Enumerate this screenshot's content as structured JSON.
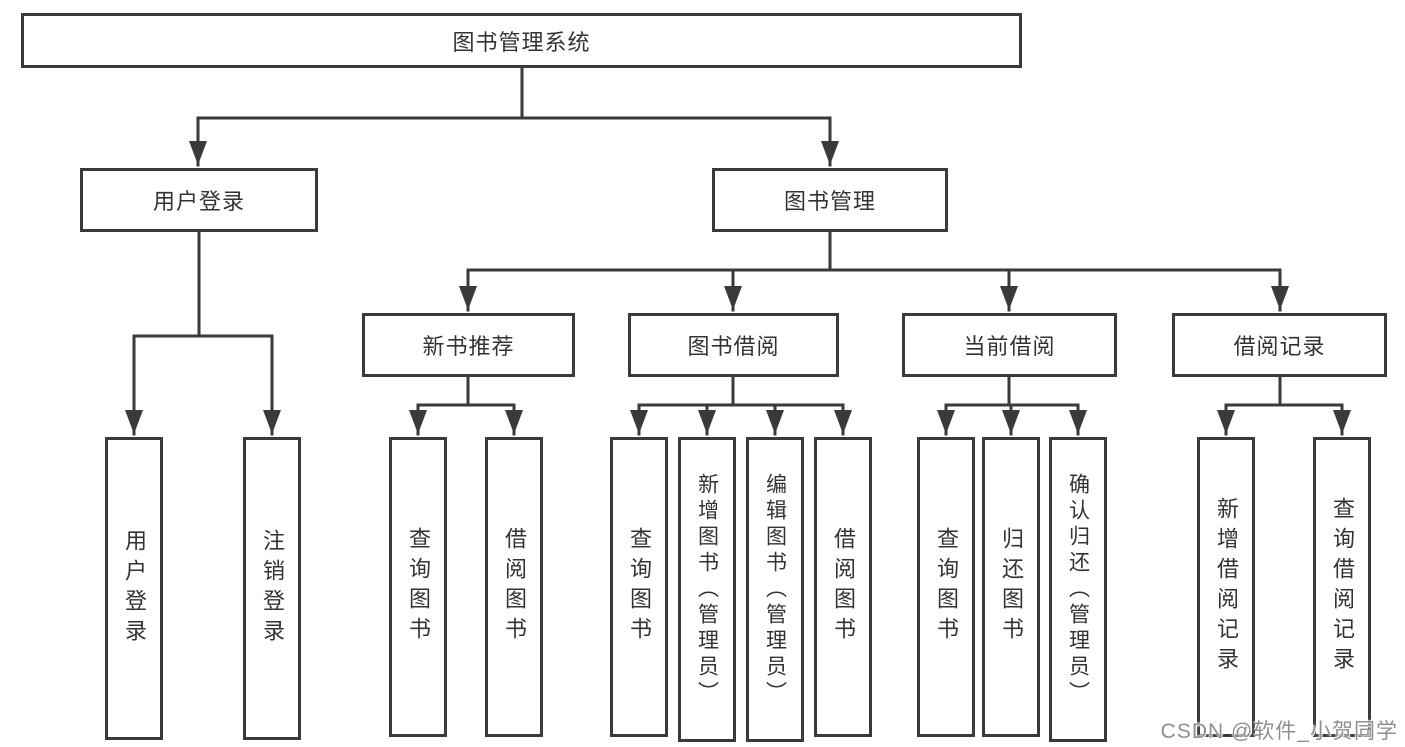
{
  "diagram": {
    "title": "图书管理系统",
    "nodes": {
      "root": "图书管理系统",
      "branches": [
        {
          "label": "用户登录",
          "children": [
            {
              "label": "用户登录"
            },
            {
              "label": "注销登录"
            }
          ]
        },
        {
          "label": "图书管理",
          "children": [
            {
              "label": "新书推荐",
              "children": [
                {
                  "label": "查询图书"
                },
                {
                  "label": "借阅图书"
                }
              ]
            },
            {
              "label": "图书借阅",
              "children": [
                {
                  "label": "查询图书"
                },
                {
                  "label": "新增图书（管理员）"
                },
                {
                  "label": "编辑图书（管理员）"
                },
                {
                  "label": "借阅图书"
                }
              ]
            },
            {
              "label": "当前借阅",
              "children": [
                {
                  "label": "查询图书"
                },
                {
                  "label": "归还图书"
                },
                {
                  "label": "确认归还（管理员）"
                }
              ]
            },
            {
              "label": "借阅记录",
              "children": [
                {
                  "label": "新增借阅记录"
                },
                {
                  "label": "查询借阅记录"
                }
              ]
            }
          ]
        }
      ]
    }
  },
  "watermark": {
    "text": "CSDN @软件_小贺同学"
  },
  "colors": {
    "line": "#3a3a3a",
    "text": "#333333",
    "watermark": "#8f8f8f",
    "background": "#ffffff"
  }
}
